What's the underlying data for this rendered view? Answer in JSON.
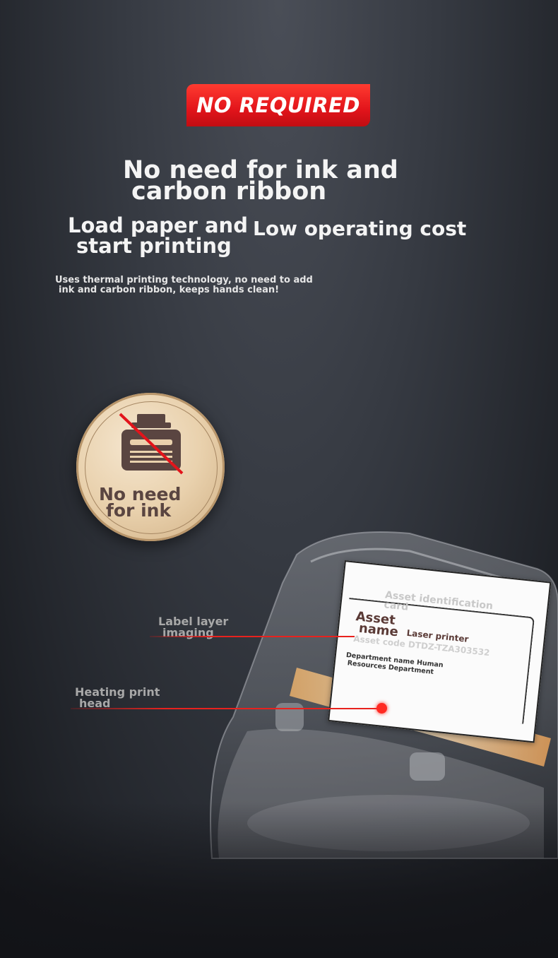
{
  "badge": {
    "label": "NO REQUIRED"
  },
  "headline": {
    "line1": "No need for ink and",
    "line2": "carbon ribbon"
  },
  "features": [
    {
      "line1": "Load paper and",
      "line2": "start printing"
    },
    {
      "line1": "Low operating cost"
    }
  ],
  "description": {
    "line1": "Uses thermal printing technology, no need to add",
    "line2": "ink and carbon ribbon, keeps hands clean!"
  },
  "coin": {
    "icon": "no-ink-bottle-icon",
    "line1": "No need",
    "line2": "for ink"
  },
  "callouts": [
    {
      "line1": "Label layer",
      "line2": "imaging"
    },
    {
      "line1": "Heating print",
      "line2": "head"
    }
  ],
  "label": {
    "title_line1": "Asset identification",
    "title_line2": "card",
    "name_line1": "Asset",
    "name_line2": "name",
    "printer": "Laser printer",
    "code": "Asset code DTDZ-TZA303532",
    "dept_line1": "Department name Human",
    "dept_line2": "Resources Department"
  },
  "colors": {
    "accent": "#e2141b",
    "coin_text": "#5a4541",
    "label_text": "#5a3a36"
  }
}
